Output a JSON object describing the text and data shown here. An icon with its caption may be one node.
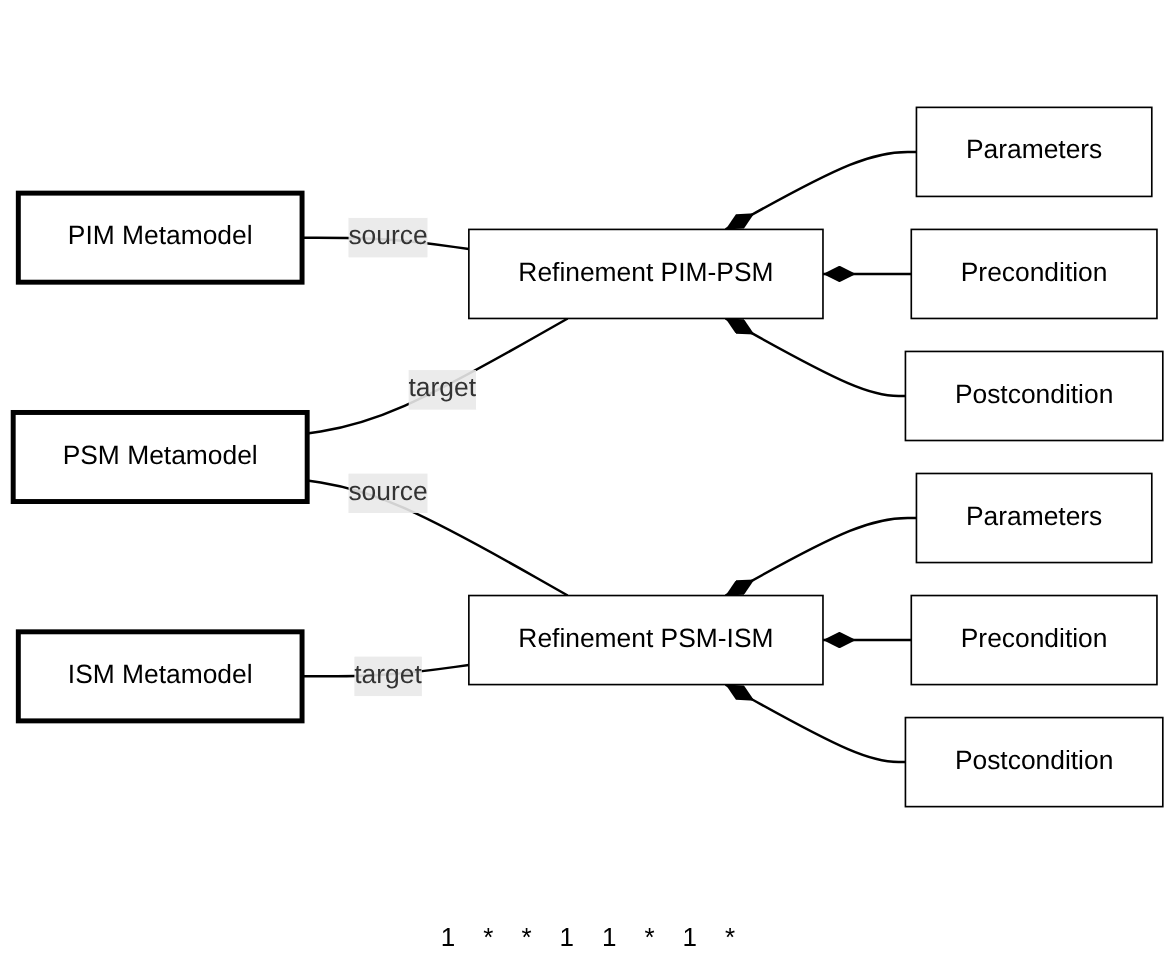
{
  "diagram": {
    "nodes": [
      {
        "text": [
          "PIM Metamodel"
        ]
      },
      {
        "text": [
          "Refinement PIM-PSM"
        ]
      },
      {
        "text": [
          "Parameters"
        ]
      },
      {
        "text": [
          "Precondition"
        ]
      },
      {
        "text": [
          "Postcondition"
        ]
      },
      {
        "text": [
          "PSM Metamodel"
        ]
      },
      {
        "text": [
          "Refinement PSM-ISM"
        ]
      },
      {
        "text": [
          "Parameters"
        ]
      },
      {
        "text": [
          "Precondition"
        ]
      },
      {
        "text": [
          "Postcondition"
        ]
      },
      {
        "text": [
          "ISM Metamodel"
        ]
      }
    ],
    "edges": [
      {
        "from": 0,
        "to": 1,
        "arrow": "none",
        "label": "source"
      },
      {
        "from": 1,
        "to": 2,
        "arrow": "other"
      },
      {
        "from": 1,
        "to": 3,
        "arrow": "other"
      },
      {
        "from": 1,
        "to": 4,
        "arrow": "other"
      },
      {
        "from": 5,
        "to": 1,
        "arrow": "none",
        "label": "target"
      },
      {
        "from": 5,
        "to": 6,
        "arrow": "none",
        "label": "source"
      },
      {
        "from": 6,
        "to": 7,
        "arrow": "other"
      },
      {
        "from": 6,
        "to": 8,
        "arrow": "other"
      },
      {
        "from": 6,
        "to": 9,
        "arrow": "other"
      },
      {
        "from": 10,
        "to": 6,
        "arrow": "none",
        "label": "target"
      }
    ],
    "labels": [
      "1",
      "*",
      "*",
      "1",
      "1",
      "*",
      "1",
      "*"
    ]
  }
}
